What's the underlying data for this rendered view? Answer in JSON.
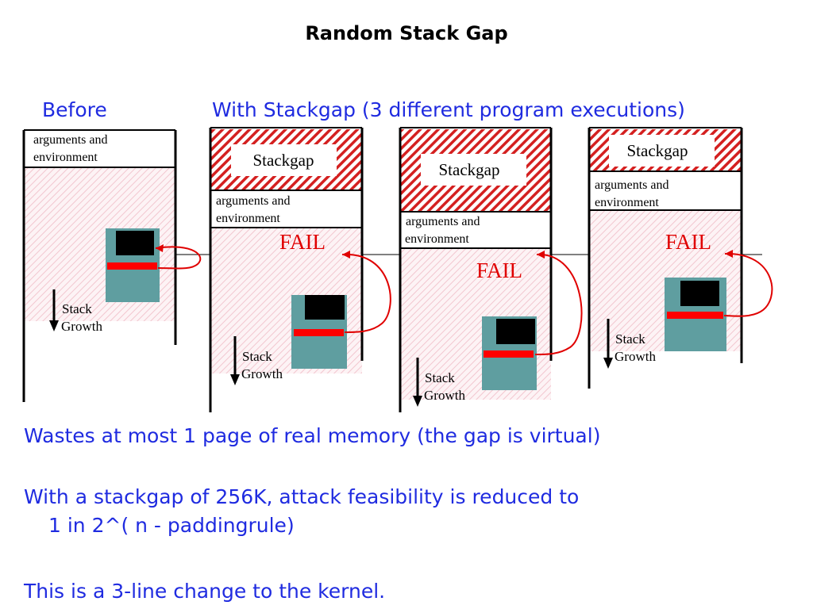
{
  "title": "Random Stack Gap",
  "labels": {
    "before": "Before",
    "with_stackgap": "With Stackgap  (3 different program executions)"
  },
  "diagram": {
    "args_label": [
      "arguments and",
      "environment"
    ],
    "stackgap_label": "Stackgap",
    "fail_label": "FAIL",
    "stack_growth_label": [
      "Stack",
      "Growth"
    ]
  },
  "bullets": [
    "Wastes at most 1 page of real memory (the gap is virtual)",
    "With a stackgap of 256K, attack feasibility is reduced to",
    "1 in 2^( n - paddingrule)",
    "This is a 3-line change to the kernel."
  ],
  "colors": {
    "text_blue": "#1f2be0",
    "hatch_red": "#d42020",
    "block_teal": "#5f9ea0",
    "marker_red": "#ff0000",
    "fail_red": "#e00000"
  }
}
